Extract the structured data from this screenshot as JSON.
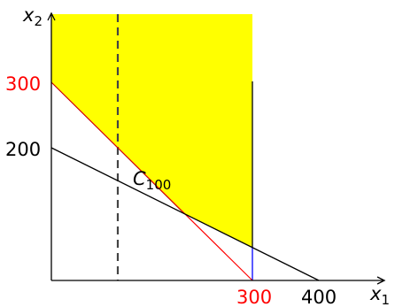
{
  "axes": {
    "x_label": "x",
    "x_sub": "1",
    "y_label": "x",
    "y_sub": "2"
  },
  "ticks": {
    "y_300": "300",
    "y_200": "200",
    "x_300": "300",
    "x_400": "400"
  },
  "curve_label": {
    "main": "C",
    "sub": "100"
  },
  "colors": {
    "feasible_region": "#ffff00",
    "highlight_tick": "#ff0000",
    "constraint_red": "#ff0000",
    "segment_blue": "#0000ff",
    "axis": "#000000"
  }
}
